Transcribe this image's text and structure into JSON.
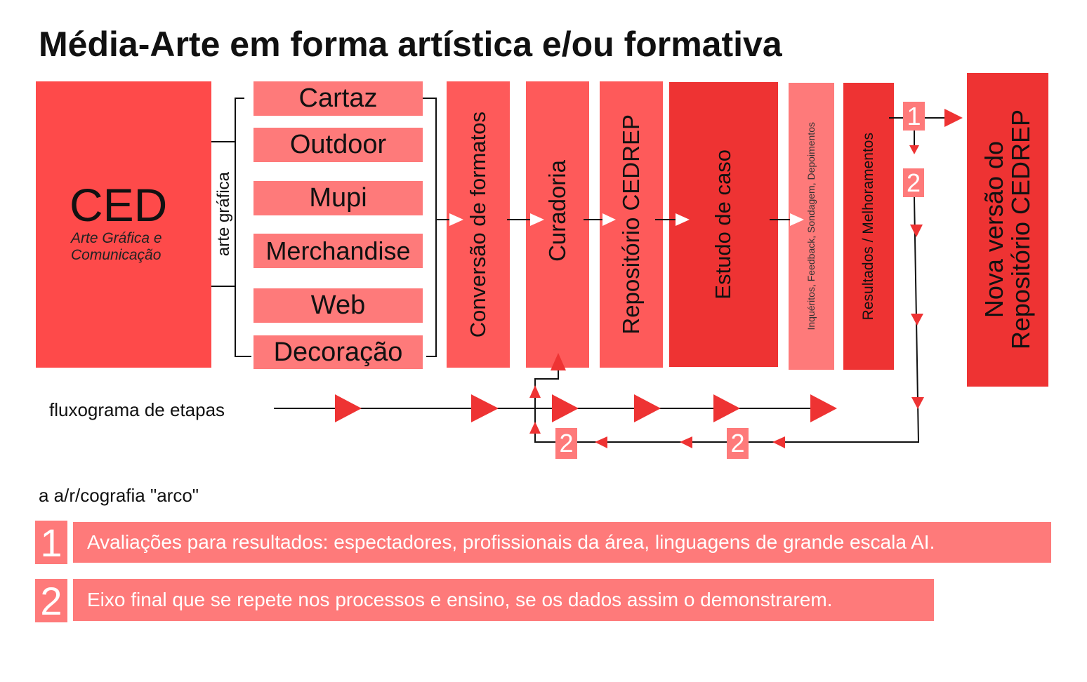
{
  "title": "Média-Arte em forma artística e/ou formativa",
  "ced": {
    "title": "CED",
    "subtitle_line1": "Arte Gráfica e",
    "subtitle_line2": "Comunicação"
  },
  "branch_label": "arte gráfica",
  "formats": [
    "Cartaz",
    "Outdoor",
    "Mupi",
    "Merchandise",
    "Web",
    "Decoração"
  ],
  "stages": {
    "conversion": "Conversão de formatos",
    "curation": "Curadoria",
    "repository": "Repositório CEDREP",
    "case_study": "Estudo de caso",
    "feedback": "Inquéritos, Feedback, Sondagem, Depoimentos",
    "results": "Resultados / Melhoramentos",
    "new_version_line1": "Nova versão do",
    "new_version_line2": "Repositório CEDREP"
  },
  "flow_label": "fluxograma de etapas",
  "markers": {
    "one": "1",
    "two": "2"
  },
  "method_label": "a a/r/cografia \"arco\"",
  "legend": [
    {
      "number": "1",
      "text": "Avaliações para resultados: espectadores, profissionais da área, linguagens de grande escala AI."
    },
    {
      "number": "2",
      "text": "Eixo final que se repete nos processos e ensino, se os dados assim o demonstrarem."
    }
  ],
  "colors": {
    "ced": "#fe4a4a",
    "light": "#fe7a7a",
    "mid": "#fe5a5a",
    "dark": "#ee3333"
  }
}
